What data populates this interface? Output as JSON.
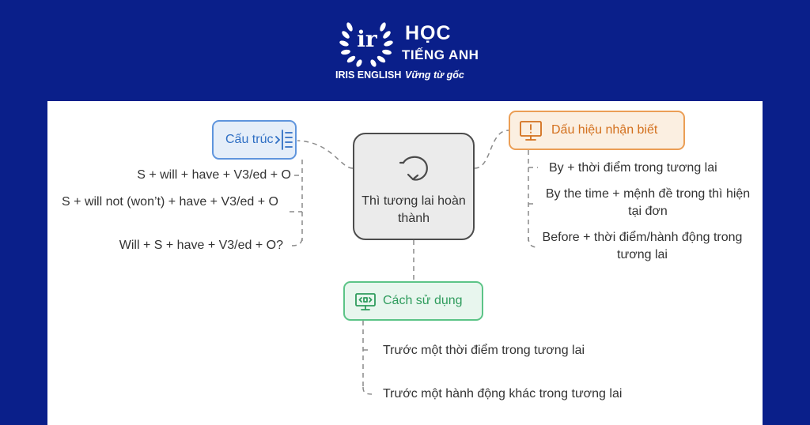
{
  "brand": {
    "mark": "ir",
    "line1": "HỌC",
    "line2": "TIẾNG ANH",
    "name": "IRIS ENGLISH",
    "slogan": "Vững từ gốc",
    "color_background": "#0a1f8a"
  },
  "diagram": {
    "center": {
      "label": "Thì tương lai hoàn thành",
      "icon": "circular-arrow-icon"
    },
    "branches": [
      {
        "id": "structure",
        "label": "Cấu trúc",
        "icon": "list-indent-icon",
        "color": "#5f95dd",
        "items": [
          "S + will + have + V3/ed + O",
          "S + will not (won’t) + have + V3/ed + O",
          "Will + S + have + V3/ed + O?"
        ]
      },
      {
        "id": "signs",
        "label": "Dấu hiệu nhận biết",
        "icon": "alert-monitor-icon",
        "color": "#eb9e55",
        "items": [
          "By + thời điểm trong tương lai",
          "By the time + mệnh đề trong thì hiện tại đơn",
          "Before + thời điểm/hành động trong tương lai"
        ]
      },
      {
        "id": "usage",
        "label": "Cách sử dụng",
        "icon": "monitor-code-icon",
        "color": "#5cc487",
        "items": [
          "Trước một thời điểm trong tương lai",
          "Trước một hành động khác trong tương lai"
        ]
      }
    ]
  }
}
